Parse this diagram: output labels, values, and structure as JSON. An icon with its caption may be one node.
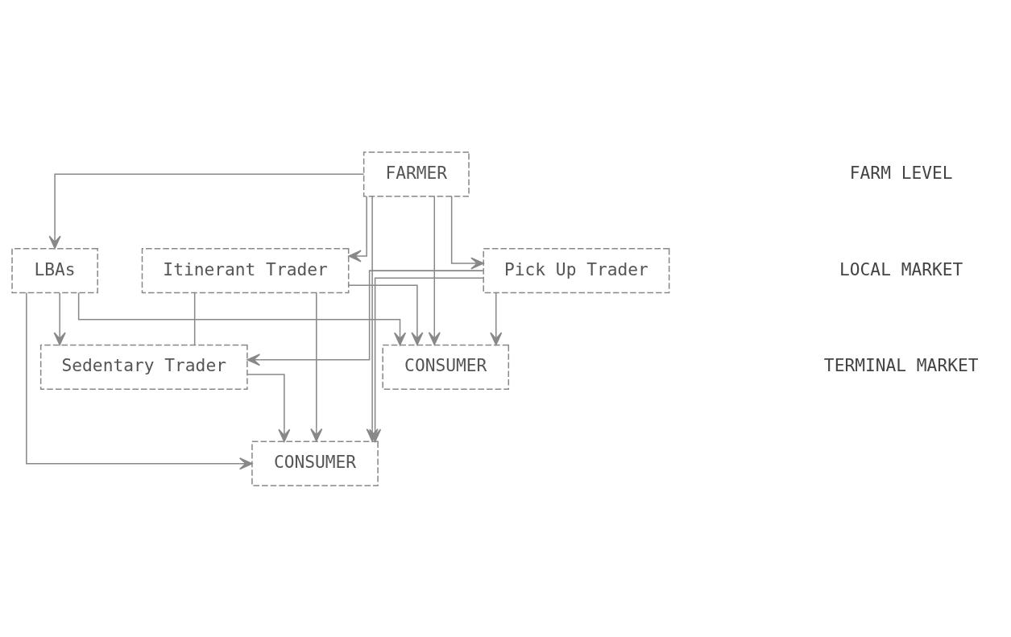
{
  "diagram": {
    "nodes": [
      {
        "text": [
          "FARMER"
        ]
      },
      {
        "text": [
          "LBAs"
        ]
      },
      {
        "text": [
          "Itinerant Trader"
        ]
      },
      {
        "text": [
          "Pick Up Trader"
        ]
      },
      {
        "text": [
          "CONSUMER"
        ]
      },
      {
        "text": [
          "Sedentary Trader"
        ]
      },
      {
        "text": [
          "CONSUMER"
        ]
      }
    ],
    "edges": [
      {
        "from": 0,
        "to": 1,
        "arrow": "to"
      },
      {
        "from": 0,
        "to": 2,
        "arrow": "to"
      },
      {
        "from": 0,
        "to": 3,
        "arrow": "to"
      },
      {
        "from": 0,
        "to": 4,
        "arrow": "to"
      },
      {
        "from": 0,
        "to": 6,
        "arrow": "to"
      },
      {
        "from": 1,
        "to": 4,
        "arrow": "to"
      },
      {
        "from": 1,
        "to": 5,
        "arrow": "to"
      },
      {
        "from": 1,
        "to": 6,
        "arrow": "to"
      },
      {
        "from": 2,
        "to": 4,
        "arrow": "to"
      },
      {
        "from": 2,
        "to": 5,
        "arrow": "none"
      },
      {
        "from": 2,
        "to": 6,
        "arrow": "to"
      },
      {
        "from": 3,
        "to": 4,
        "arrow": "to"
      },
      {
        "from": 3,
        "to": 5,
        "arrow": "to"
      },
      {
        "from": 3,
        "to": 6,
        "arrow": "to"
      },
      {
        "from": 5,
        "to": 6,
        "arrow": "to"
      }
    ],
    "labels": [
      "FARM LEVEL",
      "LOCAL MARKET",
      "TERMINAL MARKET"
    ]
  }
}
